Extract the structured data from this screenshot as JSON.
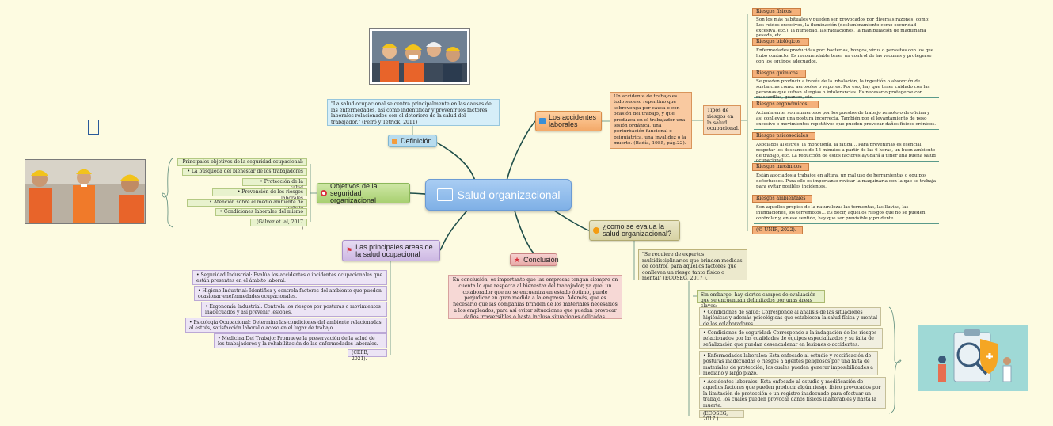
{
  "center": {
    "label": "Salud organizacional"
  },
  "definicion": {
    "label": "Definición",
    "text": "\"La salud ocupacional se centra principalmente en las causas de las enfermedades, así como indentificar y prevenir los factores laborales relacionados con el deterioro de la salud del trabajador.\" (Peiró y Tetrick, 2011)"
  },
  "objetivos": {
    "label": "Objetivos de la seguridad organizacional",
    "items": [
      "Principales objetivos de la seguridad ocupacional:",
      "• La búsqueda del bienestar de los trabajadores",
      "• Protección de la salud",
      "• Prevención de los riesgos laborales",
      "• Atención sobre el medio ambiente de trabajo",
      "• Condiciones laborales del mismo",
      "(Gálvez et. al, 2017 )"
    ]
  },
  "areas": {
    "label": "Las principales areas de la salud ocupacional",
    "items": [
      "• Seguridad Industrial: Evalúa los accidentes o incidentes ocupacionales que están presentes en el ámbito laboral.",
      "• Higiene Industrial: Identifica y controla factores del ambiente que pueden ocasionar enefermedades ocupacionales.",
      "• Ergonomía Industrial: Controla los riesgos por posturas o movimientos inadecuados y así prevenir lesiones.",
      "• Psicología Ocupacional: Determina las condiciones del ambiente relacionadas al estrés, satisfacción laboral o acoso en el lugar de trabajo.",
      "• Medicina Del Trabajo: Promueve la preservación de la salud de los trabajadores y la rehabilitación de las enfermedades laborales.",
      "(CEPB, 2021)."
    ]
  },
  "conclusion": {
    "label": "Conclusión",
    "text": "En conclusión, es importante que las empresas tengan siempre en cuenta lo que respecta al bienestar del trabajador, ya que, un colaborador que no se encuentra en estado óptimo, puede perjudicar en gran medida a la empresa. Además, que es necesario que las compañías brinden de los materiales necesarios a los empleados, para así evitar situaciones que puedan provocar daños irreversibles o hasta incluso situaciones delicadas."
  },
  "accidentes": {
    "label": "Los accidentes laborales",
    "text": "Un accidente de trabajo es todo suceso repentino que sobrevenga por causa o con ocasión del trabajo, y que produzca en el trabajador una lesión orgánica, una perturbación funcional o psiquiátrica, una invalidez o la muerte. (Badía, 1985, pág.22).",
    "tipos": "Tipos de riesgos en la salud ocupacional.",
    "riesgos": [
      {
        "title": "Riesgos físicos",
        "text": "Son los más habituales y pueden ser provocados por diversas razones, como: Los ruidos excesivos, la iluminación (deslumbramiento como oscuridad excesiva, etc.), la humedad, las radiaciones, la manipulación de maquinaria pesada, etc."
      },
      {
        "title": "Riesgos biológicos",
        "text": "Enfermedades producidas por: bacterias, hongos, virus o parásitos con los que hubo contacto. Es recomendable tener un control de las vacunas y protegerse con los equipos adecuados."
      },
      {
        "title": "Riesgos químicos",
        "text": "Se pueden producir a través de la inhalación, la ingestión o absorción de sustancias como: aerosoles o vapores. Por eso, hay que tener cuidado con las personas que sufran alergias o intolerancias. Es necesario protegerse con mascarillas, guantes, etc."
      },
      {
        "title": "Riesgos ergonómicos",
        "text": "Actualmente, son numerosos por los puestos de trabajo remoto o de oficina y así conllevan una postura incorrecta. También por el levantamiento de peso excesivo o movimientos repetitivos que pueden provocar daños físicos crónicos."
      },
      {
        "title": "Riesgos psicosociales",
        "text": "Asociados al estrés, la monotonía, la fatiga… Para prevenirlas es esencial respetar los descansos de 15 minutos a partir de las 6 horas, un buen ambiente de trabajo, etc. La reducción de estos factores ayudará a tener una buena salud ocupacional."
      },
      {
        "title": "Riesgos mecánicos",
        "text": "Están asociados a trabajos en altura, un mal uso de herramientas o equipos defectuosos. Para ello es importante revisar la maquinaria con la que se trabaja para evitar posibles incidentes."
      },
      {
        "title": "Riesgos ambientales",
        "text": "Son aquellos propios de la naturaleza: las tormentas, las lluvias, las inundaciones, los terremotos… Es decir, aquellos riesgos que no se pueden controlar y, en ese sentido, hay que ser previsible y prudente."
      }
    ],
    "ref": "(© UNIR, 2022)."
  },
  "evalua": {
    "label": "¿como se evalua la salud organizacional?",
    "text": "\"Se requiere de expertos multidisciplinarios que brinden medidas de control, para aquellos factores que conlleven un riesgo tanto físico o mental\" (ECOSEG, 2017 ).",
    "intro": "Sin embargo, hay ciertos campos de evaluación que se encuentran delimitados por unas áreas claves:",
    "items": [
      "• Condiciones de salud: Corresponde al análisis de las situaciones higiénicas y además psicológicas que establecen la salud física y mental de los colaboradores.",
      "• Condiciones de seguridad: Corresponde a la indagación de los riesgos relacionados por las cualidades de equipos especializados y su falta de señalización que puedan desencadenar en lesiones o accidentes.",
      "• Enfermedades laborales: Esta enfocado al estudio y rectificación de posturas inadecuadas o riesgos a agentes peligrosos por una falta de materiales de protección, los cuales pueden generar imposibilidades a mediano y largo plazo.",
      "• Accidentes laborales: Esta enfocado al estudio y modificación de aquellos factores que pueden producir algún riesgo físico provocados por la limitación de protección o un registro inadecuado para efectuar un trabajo, los cuales pueden provocar daños físicos inalterables y hasta la muerte."
    ],
    "ref": "(ECOSEG, 2017 )."
  },
  "colors": {
    "central": "#7fb0e6",
    "accent_orange": "#f4b07a",
    "link": "#1f4f4a"
  }
}
